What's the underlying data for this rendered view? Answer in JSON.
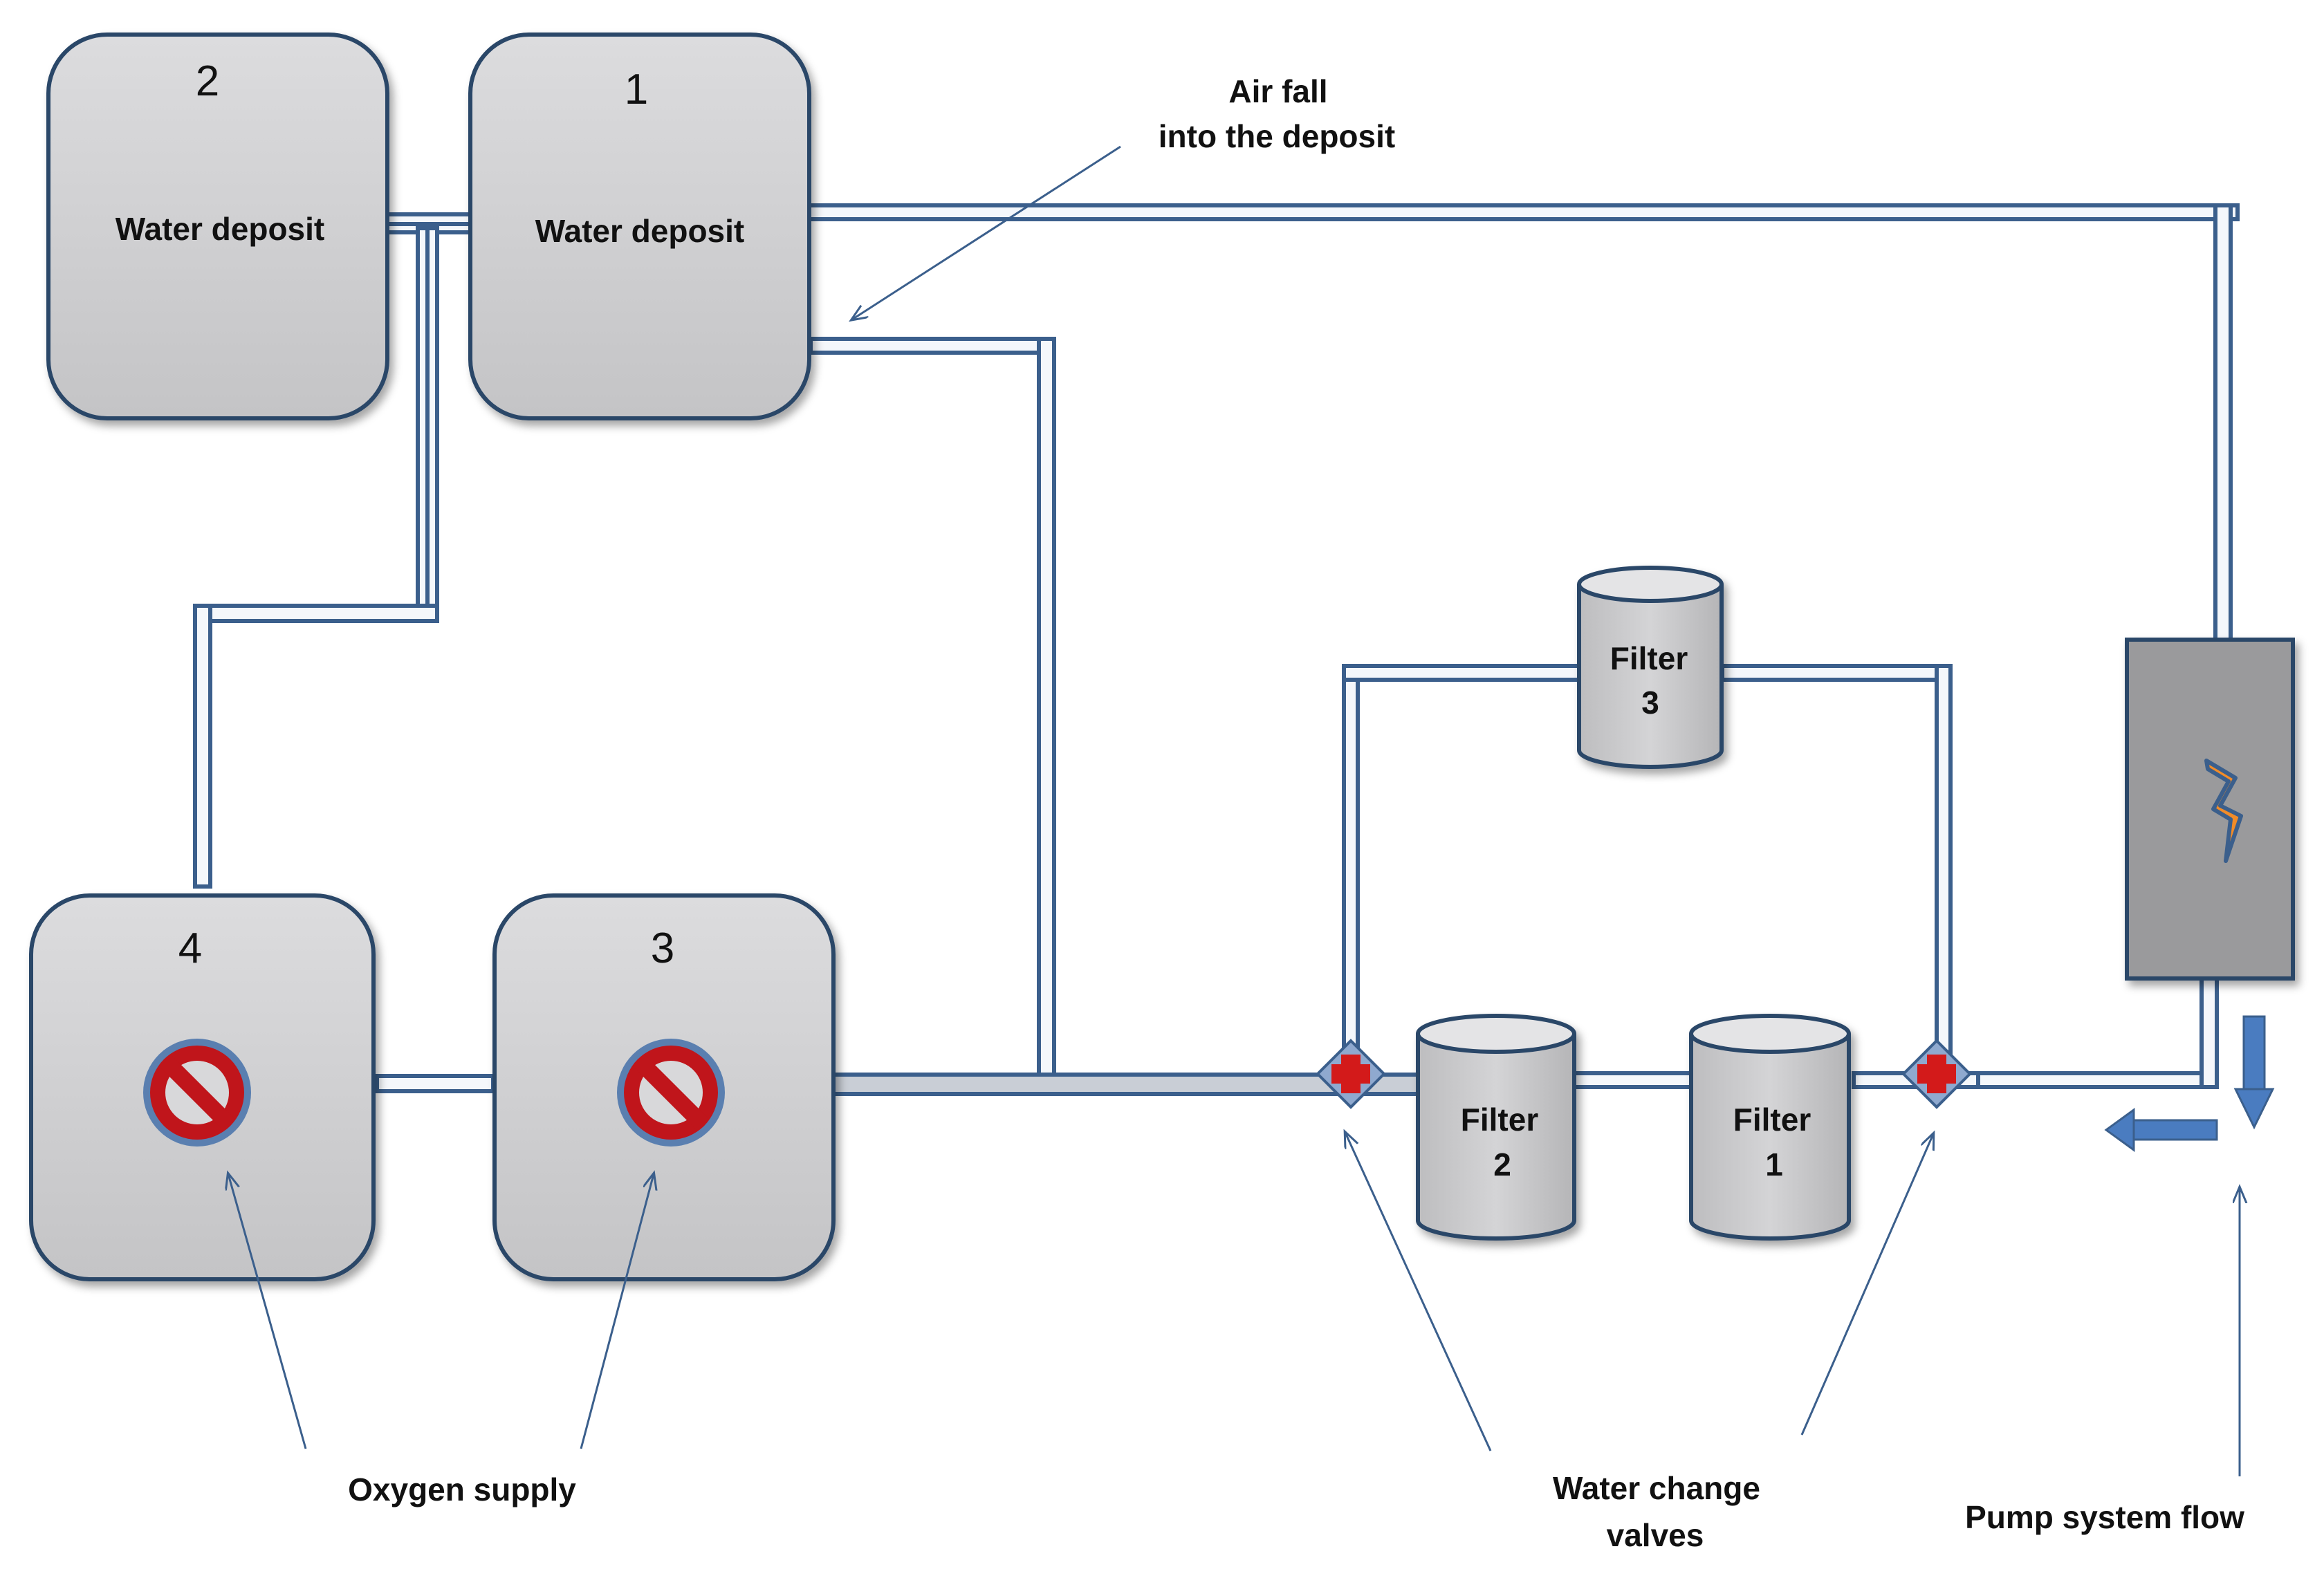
{
  "tanks": [
    {
      "number": "2",
      "label": "Water deposit"
    },
    {
      "number": "1",
      "label": "Water deposit"
    },
    {
      "number": "4",
      "icon": "no-entry-icon"
    },
    {
      "number": "3",
      "icon": "no-entry-icon"
    }
  ],
  "filters": [
    {
      "line1": "Filter",
      "line2": "3"
    },
    {
      "line1": "Filter",
      "line2": "2"
    },
    {
      "line1": "Filter",
      "line2": "1"
    }
  ],
  "pump": {
    "icon": "lightning-bolt-icon"
  },
  "annotations": {
    "air_fall_line1": "Air fall",
    "air_fall_line2": "into the deposit",
    "oxygen_supply": "Oxygen supply",
    "water_change_line1": "Water change",
    "water_change_line2": "valves",
    "pump_flow": "Pump system flow"
  },
  "colors": {
    "pipe_outline": "#3b5f8c",
    "pipe_fill": "#f4f7fb",
    "tank_fill": "#cfcfd1",
    "tank_stroke": "#2c4668",
    "pump_fill": "#9a9a9c",
    "no_entry_red": "#c0151b",
    "valve_red": "#d31a1a",
    "flow_arrow": "#4a7cc0",
    "bolt_orange": "#f28c28"
  }
}
